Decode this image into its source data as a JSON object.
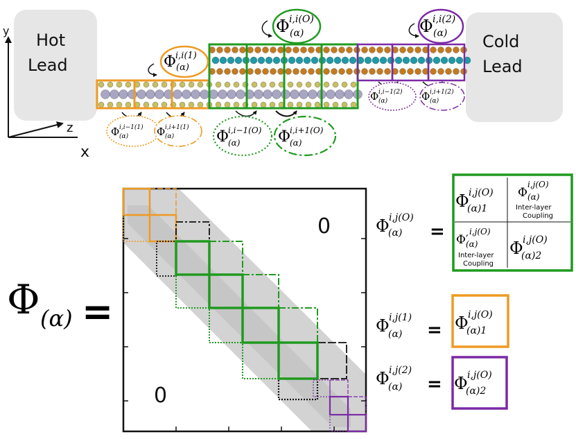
{
  "colors": {
    "orange": "#ee9a22",
    "green": "#1f9a1f",
    "purple": "#7b2aa6",
    "black": "#111111",
    "lead_gray": "#e6e6e6",
    "block_gray": "#d0d0d0",
    "atom_gray": "#a9a6c4",
    "atom_yellow": "#c8c060",
    "atom_brown": "#c47a1e",
    "atom_teal": "#1e9aa8"
  },
  "leads": {
    "hot": [
      "Hot",
      "Lead"
    ],
    "cold": [
      "Cold",
      "Lead"
    ]
  },
  "axes": {
    "y": "y",
    "z": "z",
    "x": "x"
  },
  "top": {
    "phi_o": {
      "base": "Φ",
      "sup": "i,i(O)",
      "sub": "(α)"
    },
    "phi_1": {
      "base": "Φ",
      "sup": "i,i(1)",
      "sub": "(α)"
    },
    "phi_2": {
      "base": "Φ",
      "sup": "i,i(2)",
      "sub": "(α)"
    },
    "orange_left": {
      "base": "Φ",
      "sup": "i,i−1(1)",
      "sub": "(α)"
    },
    "orange_right": {
      "base": "Φ",
      "sup": "i,i+1(1)",
      "sub": "(α)"
    },
    "green_left": {
      "base": "Φ",
      "sup": "i,i−1(O)",
      "sub": "(α)"
    },
    "green_right": {
      "base": "Φ",
      "sup": "i,i+1(O)",
      "sub": "(α)"
    },
    "purple_left": {
      "base": "Φ",
      "sup": "i,i−1(2)",
      "sub": "(α)"
    },
    "purple_right": {
      "base": "Φ",
      "sup": "i,i+1(2)",
      "sub": "(α)"
    }
  },
  "matrix": {
    "lhs_base": "Φ",
    "lhs_sub": "(α)",
    "equals": "=",
    "zero_upper": "0",
    "zero_lower": "0"
  },
  "definitions": {
    "eq": "=",
    "green_lhs": {
      "base": "Φ",
      "sup": "i,j(O)",
      "sub": "(α)"
    },
    "green_cells": {
      "tl": {
        "base": "Φ",
        "sup": "i,j(O)",
        "sub": "(α)1"
      },
      "tr": {
        "base": "Φ",
        "sup": "i,j(O)",
        "sub": "(α)"
      },
      "tr_note": [
        "Inter-layer",
        "Coupling"
      ],
      "bl": {
        "base": "Φ′",
        "sup": "i,j(O)",
        "sub": "(α)"
      },
      "bl_note": [
        "Inter-layer",
        "Coupling"
      ],
      "br": {
        "base": "Φ",
        "sup": "i,j(O)",
        "sub": "(α)2"
      }
    },
    "orange_lhs": {
      "base": "Φ",
      "sup": "i,j(1)",
      "sub": "(α)"
    },
    "orange_cell": {
      "base": "Φ",
      "sup": "i,j(O)",
      "sub": "(α)1"
    },
    "purple_lhs": {
      "base": "Φ",
      "sup": "i,j(2)",
      "sub": "(α)"
    },
    "purple_cell": {
      "base": "Φ",
      "sup": "i,j(O)",
      "sub": "(α)2"
    }
  }
}
